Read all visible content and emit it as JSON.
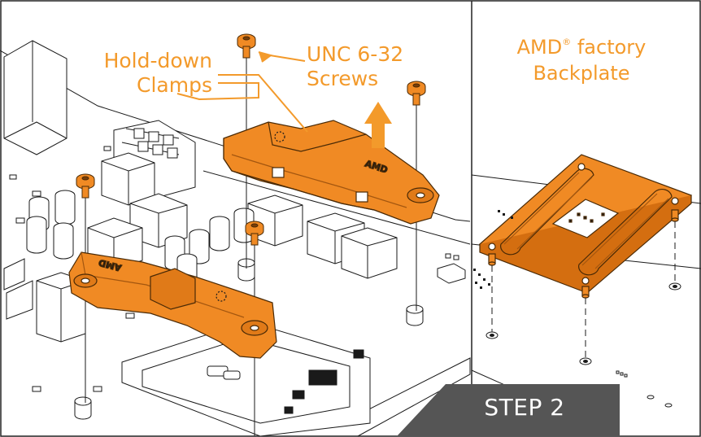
{
  "callouts": {
    "clamps": [
      "Hold-down",
      "Clamps"
    ],
    "screws": [
      "UNC 6-32",
      "Screws"
    ],
    "backplate": {
      "brand": "AMD",
      "mark": "®",
      "line1_rest": " factory",
      "line2": "Backplate"
    }
  },
  "step_label": "STEP 2",
  "part_markings": {
    "clamp_logo": "AMD"
  },
  "colors": {
    "accent": "#f39a2b",
    "part_fill": "#f08a24",
    "step_banner": "#555555",
    "line_art": "#1a1a1a"
  }
}
